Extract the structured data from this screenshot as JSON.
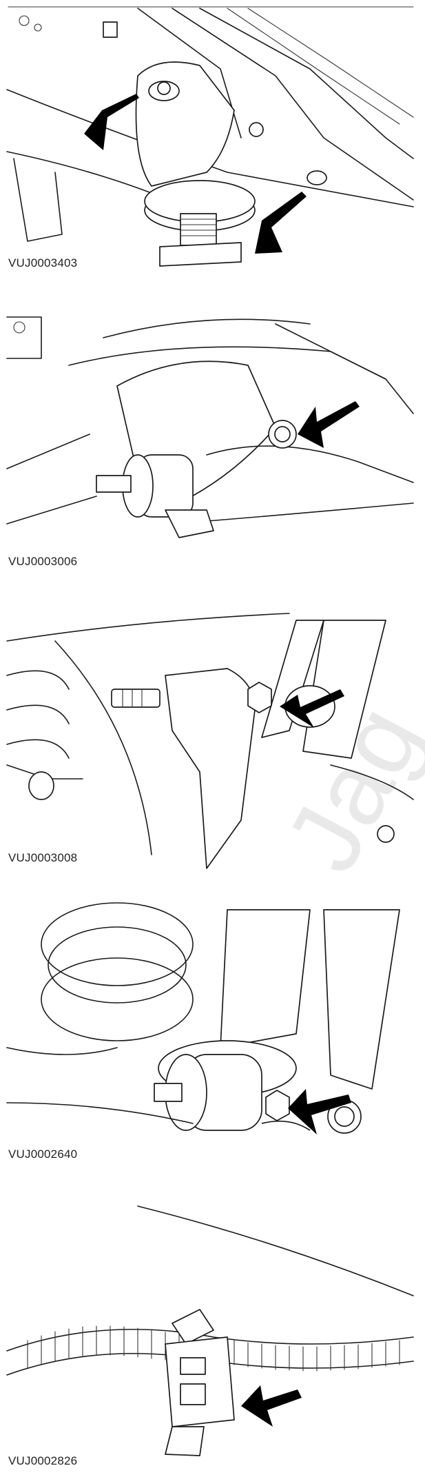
{
  "figures": [
    {
      "ref": "VUJ0003403"
    },
    {
      "ref": "VUJ0003006"
    },
    {
      "ref": "VUJ0003008"
    },
    {
      "ref": "VUJ0002640"
    },
    {
      "ref": "VUJ0002826"
    }
  ],
  "watermark": "Jag"
}
